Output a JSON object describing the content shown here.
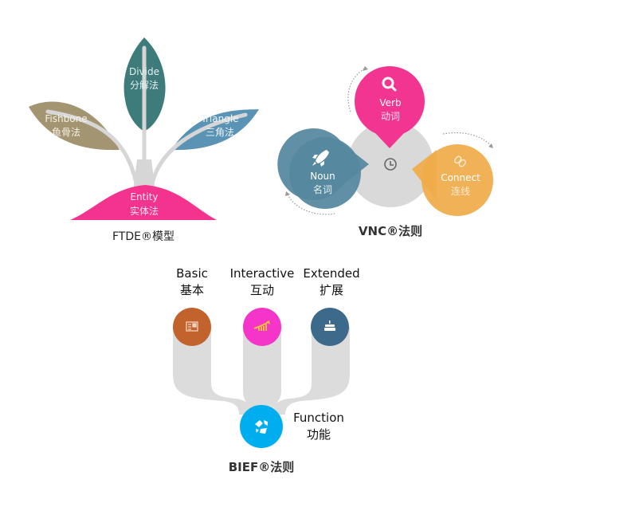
{
  "ftde": {
    "title": "FTDE®模型",
    "leaves": {
      "divide": {
        "en": "Divide",
        "zh": "分解法",
        "color": "#3e7b7b"
      },
      "fishbone": {
        "en": "Fishbone",
        "zh": "鱼骨法",
        "color": "#a39571"
      },
      "triangle": {
        "en": "Triangle",
        "zh": "三角法",
        "color": "#5b93b5"
      }
    },
    "base": {
      "en": "Entity",
      "zh": "实体法",
      "color": "#f4338f"
    },
    "stem_color": "#d6d6d6"
  },
  "vnc": {
    "title": "VNC®法则",
    "verb": {
      "en": "Verb",
      "zh": "动词",
      "icon": "search-icon",
      "color": "#f13590"
    },
    "noun": {
      "en": "Noun",
      "zh": "名词",
      "icon": "rocket-icon",
      "color": "#55889f"
    },
    "connect": {
      "en": "Connect",
      "zh": "连线",
      "icon": "link-icon",
      "color": "#f0ab4a"
    },
    "center": {
      "icon": "clock-icon",
      "color": "#d9d9d9"
    }
  },
  "bief": {
    "title": "BIEF®法则",
    "basic": {
      "en": "Basic",
      "zh": "基本",
      "icon": "newspaper-icon",
      "color": "#c2622d"
    },
    "interactive": {
      "en": "Interactive",
      "zh": "互动",
      "icon": "growth-chart-icon",
      "color": "#f534c9"
    },
    "extended": {
      "en": "Extended",
      "zh": "扩展",
      "icon": "cake-icon",
      "color": "#3d6a8a"
    },
    "function": {
      "en": "Function",
      "zh": "功能",
      "icon": "globe-network-icon",
      "color": "#00aeef"
    },
    "connector_color": "#dcdcdc"
  }
}
